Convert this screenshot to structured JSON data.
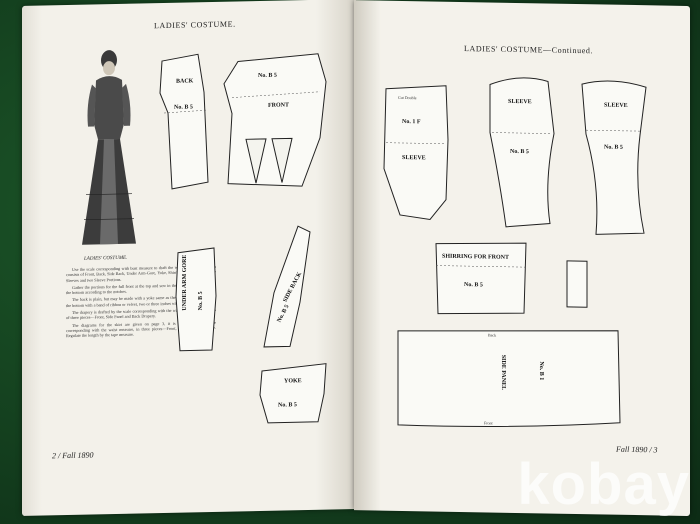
{
  "header": {
    "left_title": "LADIES' COSTUME.",
    "right_title": "LADIES' COSTUME—Continued."
  },
  "folios": {
    "left": "2 / Fall 1890",
    "right": "Fall 1890 / 3"
  },
  "figure_caption": "LADIES' COSTUME.",
  "patterns_left": [
    {
      "name": "BACK",
      "number": "No. B 5"
    },
    {
      "name": "FRONT",
      "number": "No. B 5"
    },
    {
      "name": "UNDER ARM GORE",
      "number": "No. B 5"
    },
    {
      "name": "SIDE BACK",
      "number": "No. B 5"
    },
    {
      "name": "YOKE",
      "number": "No. B 5"
    }
  ],
  "patterns_right": [
    {
      "name": "SLEEVE",
      "number": "No. 1 F",
      "note": "Cut Double"
    },
    {
      "name": "SLEEVE",
      "number": "No. B 5"
    },
    {
      "name": "SLEEVE",
      "number": "No. B 5"
    },
    {
      "name": "SHIRRING FOR FRONT",
      "number": "No. B 5"
    },
    {
      "name": "SIDE PANEL",
      "number": "No. B 1"
    }
  ],
  "panel_edges": {
    "top": "Back",
    "bottom": "Front"
  },
  "body_text": [
    "Use the scale corresponding with bust measure to draft the waist and sleeves which consists of Front, Back, Side Back, Under Arm-Gore, Yoke, Shirring, Collar, Puff for the Sleeves and two Sleeve Portions.",
    "Gather the portions for the full front at the top and sew in the yoke. Lay the plaits at the bottom according to the notches.",
    "The back is plain, but may be made with a yoke same as the front, if desired. Finish the bottom with a band of ribbon or velvet, two or three inches wide.",
    "The drapery is drafted by the scale corresponding with the waist measure, it consists of three pieces—Front, Side Panel and Back Drapery.",
    "The diagrams for the skirt are given on page 3, it is drafted by the scale corresponding with the waist measure, in three pieces—Front, Back and Side Gore. Regulate the length by the tape measure."
  ],
  "watermark": "kobay"
}
